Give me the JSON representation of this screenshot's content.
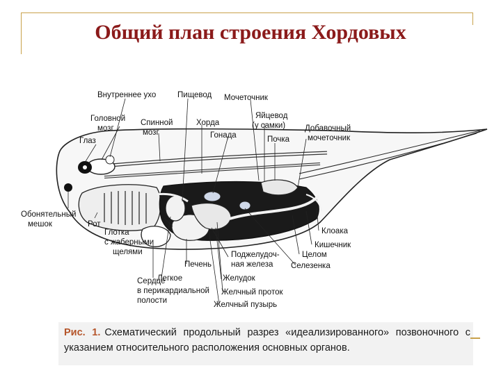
{
  "title": "Общий план строения Хордовых",
  "labels": {
    "inner_ear": "Внутреннее ухо",
    "esophagus": "Пищевод",
    "ureter": "Мочеточник",
    "brain_1": "Головной",
    "brain_2": "мозг",
    "eye": "Глаз",
    "spinal_1": "Спинной",
    "spinal_2": "мозг",
    "chord": "Хорда",
    "gonad": "Гонада",
    "oviduct_1": "Яйцевод",
    "oviduct_2": "(у самки)",
    "kidney": "Почка",
    "aux_ureter_1": "Добавочный",
    "aux_ureter_2": "мочеточник",
    "olfactory_1": "Обонятельный",
    "olfactory_2": "мешок",
    "mouth": "Рот",
    "pharynx_1": "Глотка",
    "pharynx_2": "с жаберными",
    "pharynx_3": "щелями",
    "liver": "Печень",
    "lung": "Легкое",
    "heart_1": "Сердце",
    "heart_2": "в перикардиальной",
    "heart_3": "полости",
    "pancreas_1": "Поджелудоч-",
    "pancreas_2": "ная железа",
    "stomach": "Желудок",
    "bile_duct": "Желчный проток",
    "gallbladder": "Желчный пузырь",
    "spleen": "Селезенка",
    "coelom": "Целом",
    "intestine": "Кишечник",
    "cloaca": "Клоака"
  },
  "caption": {
    "fig": "Рис. 1.",
    "text": "Схематический продольный разрез «идеализированного» позвоночного с указанием относительного расположения основных органов."
  },
  "colors": {
    "title": "#8b1a1a",
    "figure_label": "#b5552a",
    "frame": "#c8a14a"
  }
}
